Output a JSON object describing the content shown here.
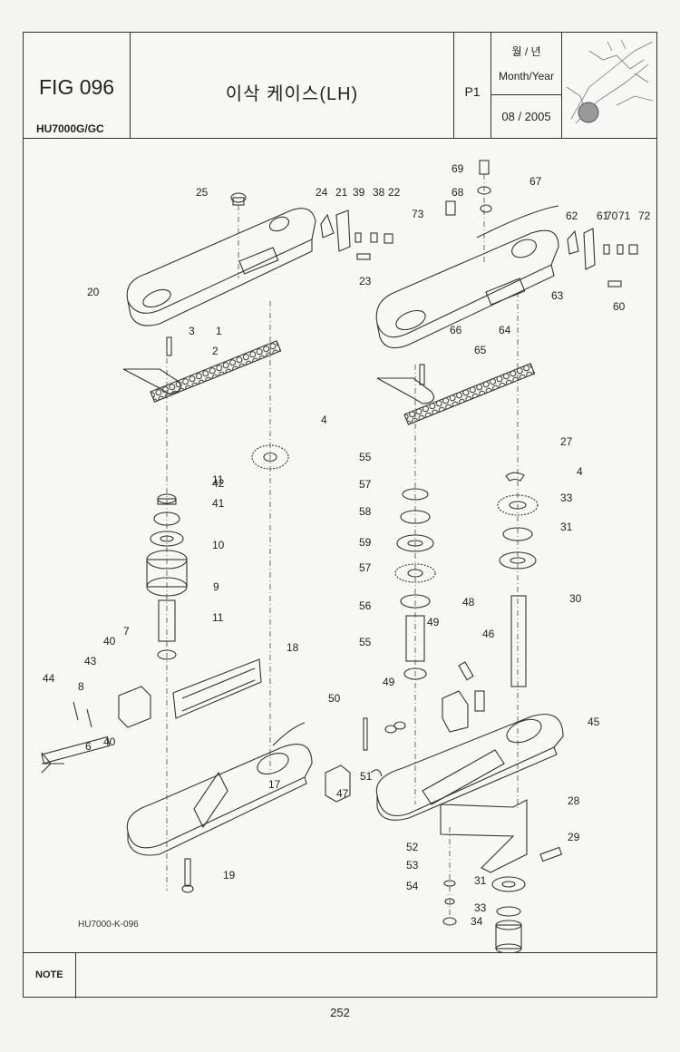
{
  "header": {
    "fig": "FIG 096",
    "model": "HU7000G/GC",
    "title": "이삭 케이스(LH)",
    "page": "P1",
    "month_year_ko": "월 / 년",
    "month_year_en": "Month/Year",
    "date": "08 / 2005"
  },
  "drawing": {
    "code": "HU7000-K-096",
    "callouts": [
      "1",
      "2",
      "3",
      "4",
      "6",
      "7",
      "8",
      "9",
      "10",
      "11",
      "11",
      "17",
      "18",
      "19",
      "20",
      "21",
      "22",
      "23",
      "24",
      "25",
      "27",
      "28",
      "29",
      "30",
      "31",
      "31",
      "33",
      "33",
      "34",
      "38",
      "39",
      "40",
      "40",
      "41",
      "42",
      "43",
      "44",
      "45",
      "46",
      "47",
      "48",
      "49",
      "49",
      "50",
      "51",
      "52",
      "53",
      "54",
      "55",
      "55",
      "56",
      "57",
      "57",
      "58",
      "59",
      "60",
      "61",
      "62",
      "63",
      "64",
      "65",
      "66",
      "67",
      "68",
      "69",
      "70",
      "71",
      "72",
      "73",
      "4"
    ]
  },
  "note": {
    "label": "NOTE"
  },
  "footer": {
    "page_number": "252"
  }
}
